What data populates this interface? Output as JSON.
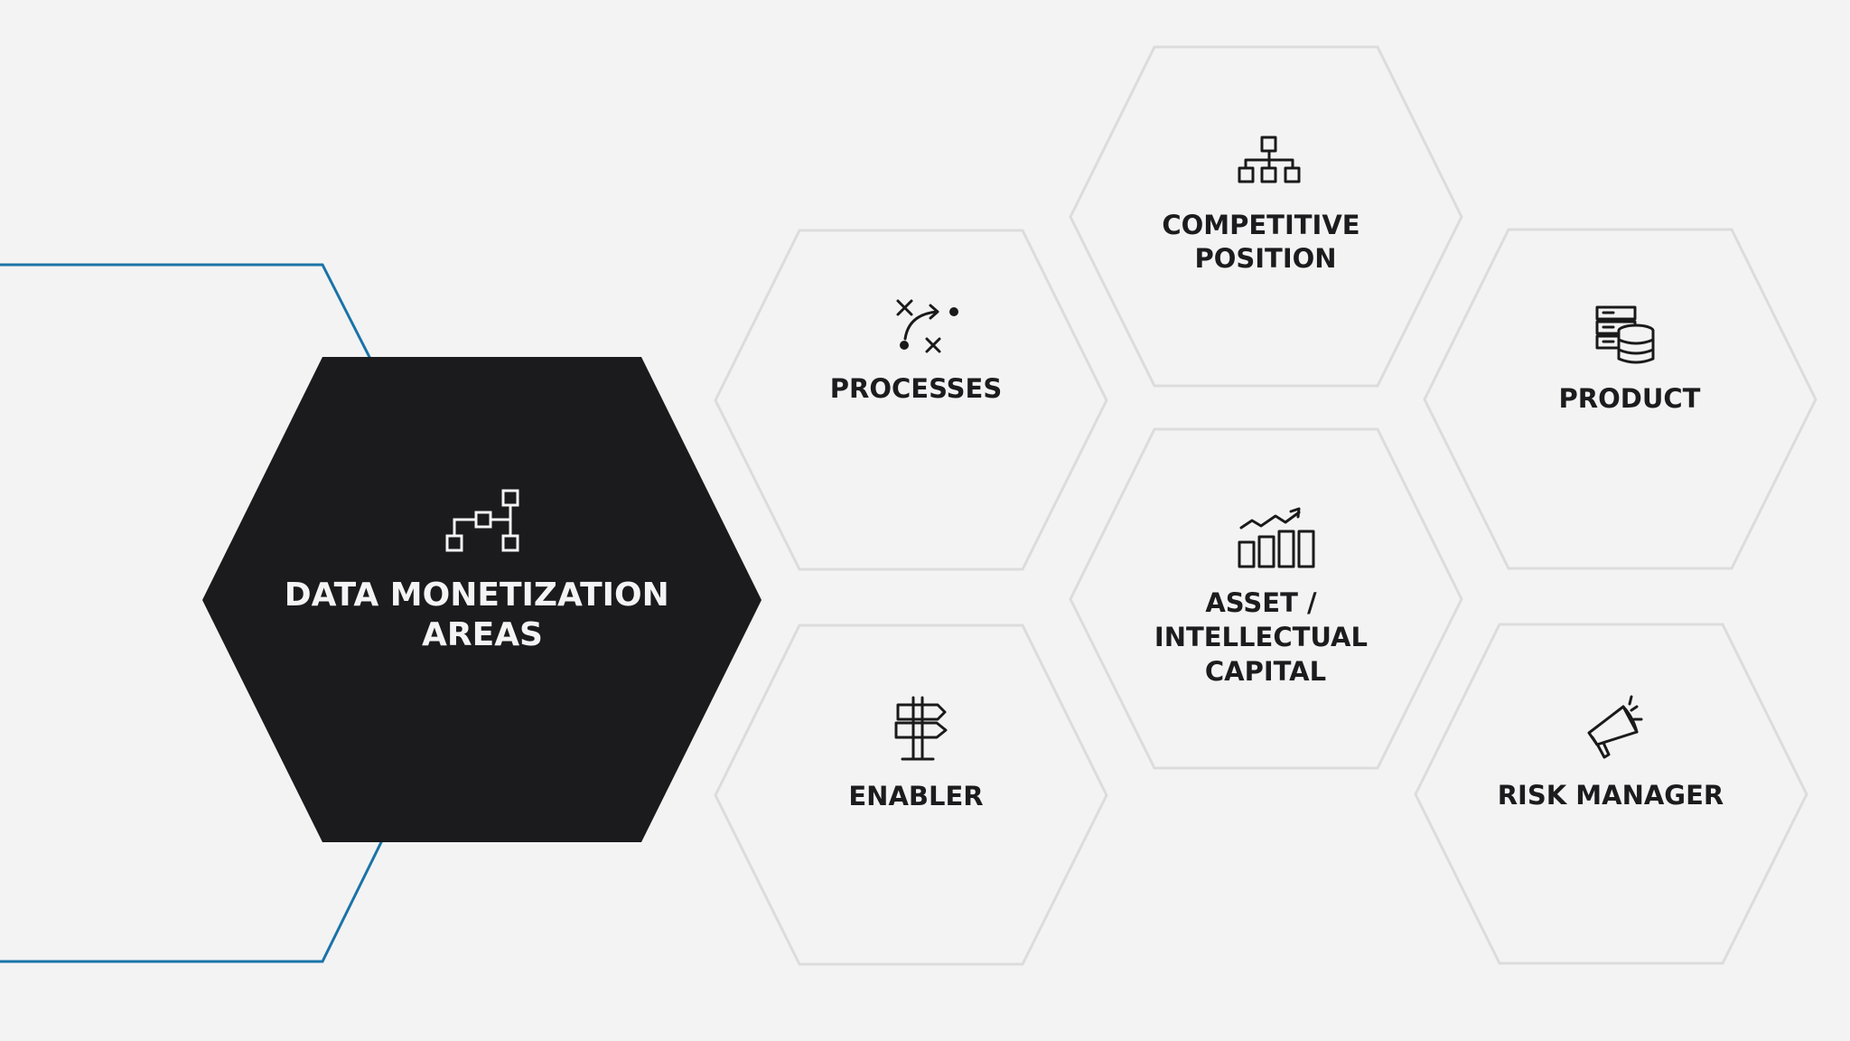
{
  "diagram": {
    "center": {
      "title_lines": [
        "DATA MONETIZATION",
        "AREAS"
      ],
      "icon": "flowchart-icon"
    },
    "areas": [
      {
        "id": "processes",
        "label_lines": [
          "PROCESSES"
        ],
        "icon": "strategy-play-icon"
      },
      {
        "id": "enabler",
        "label_lines": [
          "ENABLER"
        ],
        "icon": "signpost-icon"
      },
      {
        "id": "competitive-position",
        "label_lines": [
          "COMPETITIVE",
          "POSITION"
        ],
        "icon": "org-chart-icon"
      },
      {
        "id": "asset-intellectual-capital",
        "label_lines": [
          "ASSET /",
          "INTELLECTUAL",
          "CAPITAL"
        ],
        "icon": "growth-chart-icon"
      },
      {
        "id": "product",
        "label_lines": [
          "PRODUCT"
        ],
        "icon": "server-database-icon"
      },
      {
        "id": "risk-manager",
        "label_lines": [
          "RISK MANAGER"
        ],
        "icon": "megaphone-icon"
      }
    ],
    "colors": {
      "background": "#f3f3f3",
      "center_fill": "#1b1a1c",
      "accent_outline": "#1a73a8",
      "hex_outline": "#dcdcdc",
      "text_dark": "#1c1c1e",
      "text_light": "#f4f4f4"
    }
  }
}
